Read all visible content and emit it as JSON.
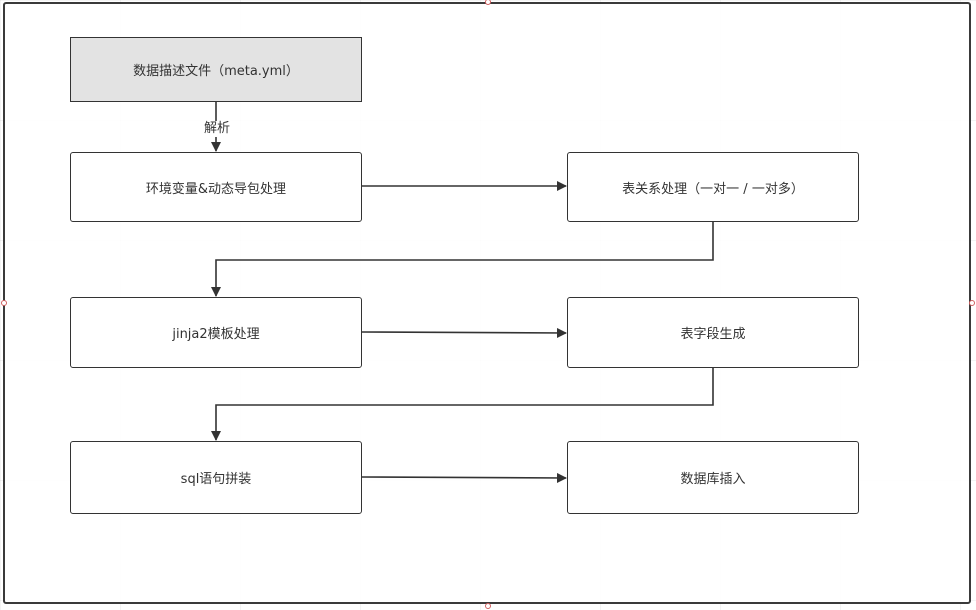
{
  "diagram": {
    "nodes": {
      "meta": "数据描述文件（meta.yml）",
      "env": "环境变量&动态导包处理",
      "relation": "表关系处理（一对一 / 一对多）",
      "jinja": "jinja2模板处理",
      "field": "表字段生成",
      "sql": "sql语句拼装",
      "insert": "数据库插入"
    },
    "edges": {
      "parse_label": "解析"
    }
  },
  "colors": {
    "node_border": "#333333",
    "start_fill": "#e3e3e3",
    "selection_handle": "#d06060"
  }
}
